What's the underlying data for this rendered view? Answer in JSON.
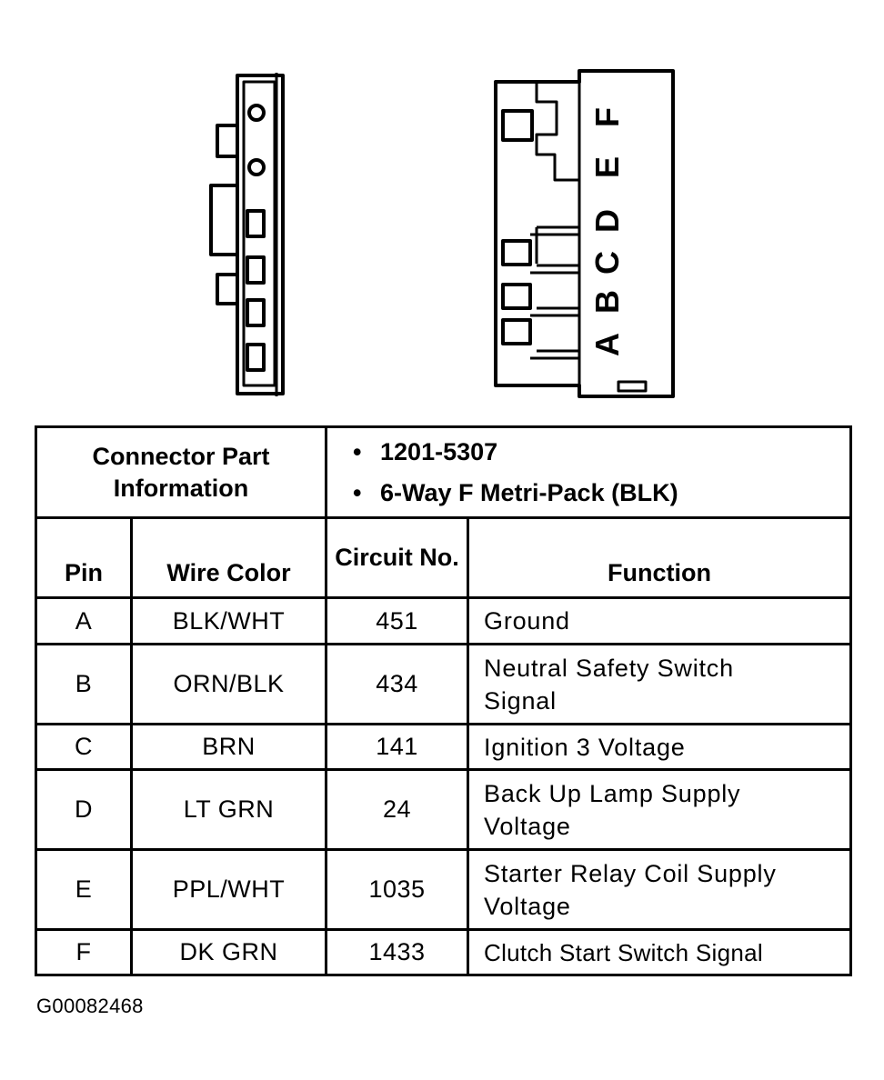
{
  "connector_info": {
    "title": "Connector Part Information",
    "items": [
      "1201-5307",
      "6-Way F Metri-Pack (BLK)"
    ]
  },
  "columns": {
    "pin": "Pin",
    "wire_color": "Wire Color",
    "circuit_no": "Circuit No.",
    "function": "Function"
  },
  "rows": [
    {
      "pin": "A",
      "wire_color": "BLK/WHT",
      "circuit": "451",
      "function": "Ground"
    },
    {
      "pin": "B",
      "wire_color": "ORN/BLK",
      "circuit": "434",
      "function": "Neutral Safety Switch Signal"
    },
    {
      "pin": "C",
      "wire_color": "BRN",
      "circuit": "141",
      "function": "Ignition 3 Voltage"
    },
    {
      "pin": "D",
      "wire_color": "LT GRN",
      "circuit": "24",
      "function": "Back Up Lamp Supply Voltage"
    },
    {
      "pin": "E",
      "wire_color": "PPL/WHT",
      "circuit": "1035",
      "function": "Starter Relay Coil Supply Voltage"
    },
    {
      "pin": "F",
      "wire_color": "DK GRN",
      "circuit": "1433",
      "function": "Clutch Start Switch Signal"
    }
  ],
  "face_labels": [
    "A",
    "B",
    "C",
    "D",
    "E",
    "F"
  ],
  "figure_id": "G00082468"
}
